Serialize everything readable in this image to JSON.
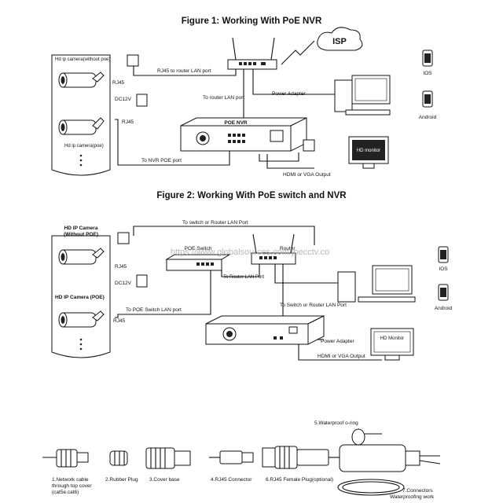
{
  "figure1": {
    "title": "Figure 1: Working With PoE NVR",
    "camera_top_label": "Hd ip camera(without poe)",
    "camera_bottom_label": "Hd ip camera(poe)",
    "rj45_top": "RJ45",
    "dc12v": "DC12V",
    "rj45_bottom": "RJ45",
    "rj45_to_router": "RJ45 to router LAN port",
    "to_router_lan": "To router LAN port",
    "isp": "ISP",
    "power_adapter": "Power Adapter",
    "poe_nvr": "POE NVR",
    "hd_monitor": "HD monitor",
    "hdmi_vga": "HDMI or VGA Output",
    "to_nvr_poe": "To NVR POE port",
    "ios": "IOS",
    "android": "Android"
  },
  "figure2": {
    "title": "Figure 2: Working With PoE switch and NVR",
    "to_switch_or_router": "To switch or Router LAN Port",
    "camera_top_label": "HD IP Camera\n(Without POE)",
    "camera_top_line1": "HD IP Camera",
    "camera_top_line2": "(Without POE)",
    "camera_bottom_label": "HD IP Camera (POE)",
    "rj45_top": "RJ45",
    "dc12v": "DC12V",
    "rj45_bottom": "RJ45",
    "poe_switch": "POE Switch",
    "router": "Router",
    "to_router_lan": "To Router LAN Port",
    "to_poe_switch": "To POE Switch LAN port",
    "to_switch_or_router_lower": "To Switch or Router LAN Port",
    "power_adapter": "Power Adapter",
    "hd_monitor": "HD Monitor",
    "hdmi_vga": "HDMI or VGA Output",
    "ios": "IOS",
    "android": "Android",
    "watermark": "https://www.globalsources.com/jbecctv.co"
  },
  "install": {
    "step1_line1": "1.Network cable",
    "step1_line2": "through top cover",
    "step1_line3": "(cat5e.cat6)",
    "step2": "2.Rubber Plug",
    "step3": "3.Cover base",
    "step4": "4.RJ45 Connector",
    "step5": "5.Waterproof o-ring",
    "step6": "6.RJ45 Female Plug(optional)",
    "step7_line1": "7.Connectors",
    "step7_line2": "Waterproofing work"
  }
}
